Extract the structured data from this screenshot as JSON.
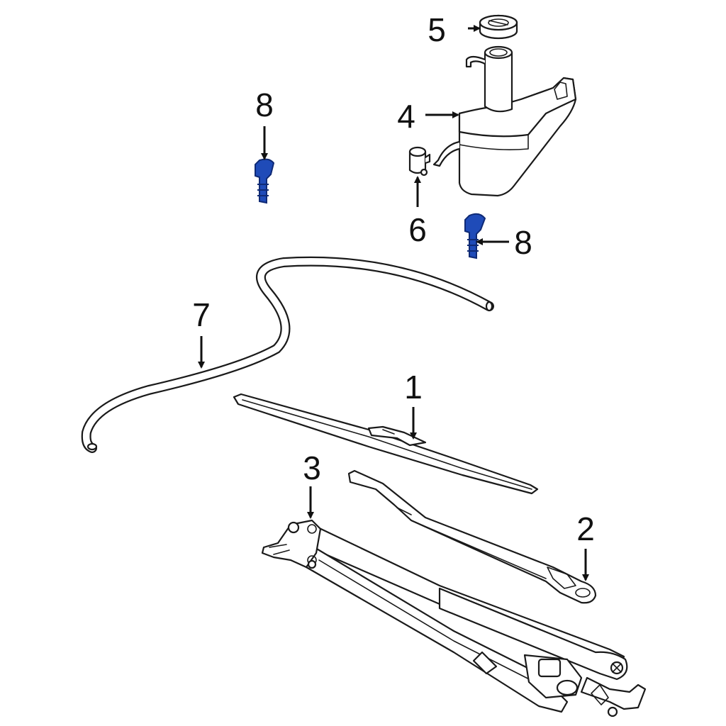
{
  "colors": {
    "highlight": "#1f4bb8",
    "highlight_dark": "#0f2a75",
    "line": "#1a1a1a",
    "background": "#ffffff"
  },
  "callouts": {
    "blade": "1",
    "arm": "2",
    "linkage": "3",
    "reservoir": "4",
    "cap": "5",
    "pump": "6",
    "hose": "7",
    "nozzle_left": "8",
    "nozzle_right": "8"
  }
}
